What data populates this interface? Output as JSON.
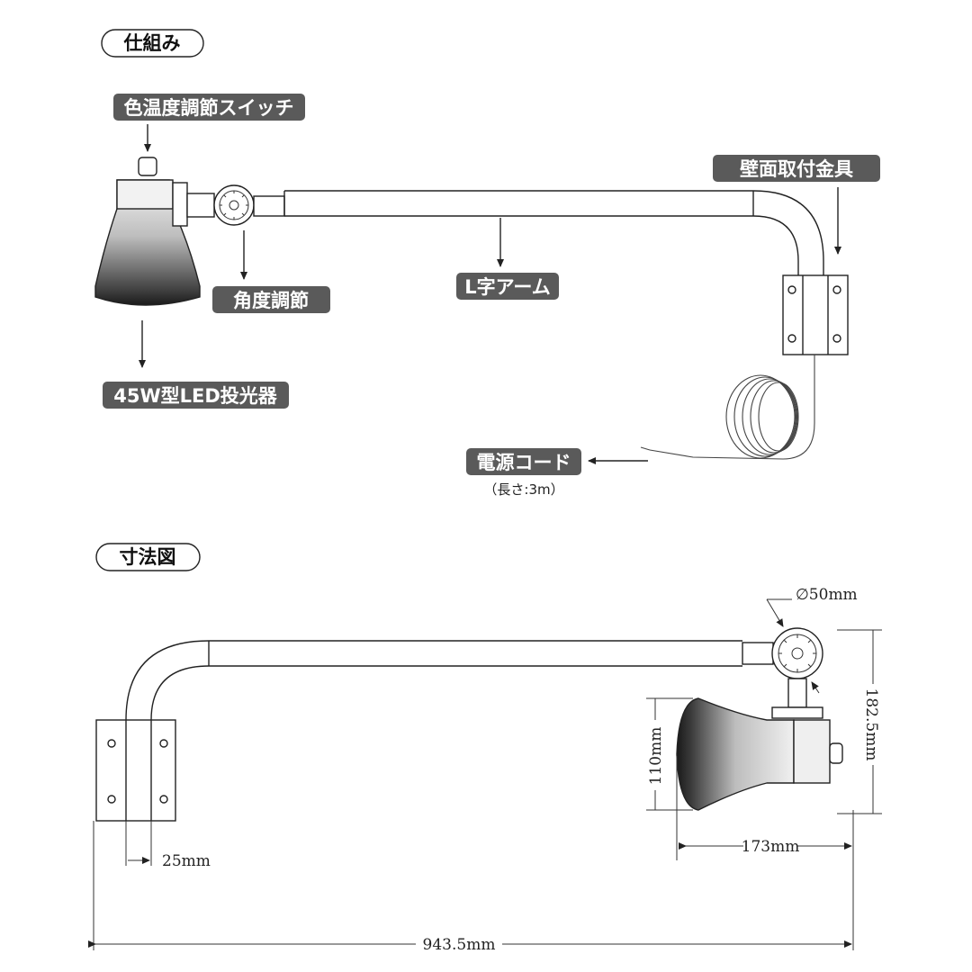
{
  "section_structure": "仕組み",
  "section_dimensions": "寸法図",
  "callouts": {
    "color_switch": "色温度調節スイッチ",
    "wall_bracket": "壁面取付金具",
    "angle_adjust": "角度調節",
    "l_arm": "L字アーム",
    "led_light": "45W型LED投光器",
    "power_cord": "電源コード",
    "cord_length": "（長さ:3m）"
  },
  "dimensions": {
    "diameter": "∅50mm",
    "height": "182.5mm",
    "head_height": "110mm",
    "head_length": "173mm",
    "bracket_width": "25mm",
    "total_length": "943.5mm"
  }
}
